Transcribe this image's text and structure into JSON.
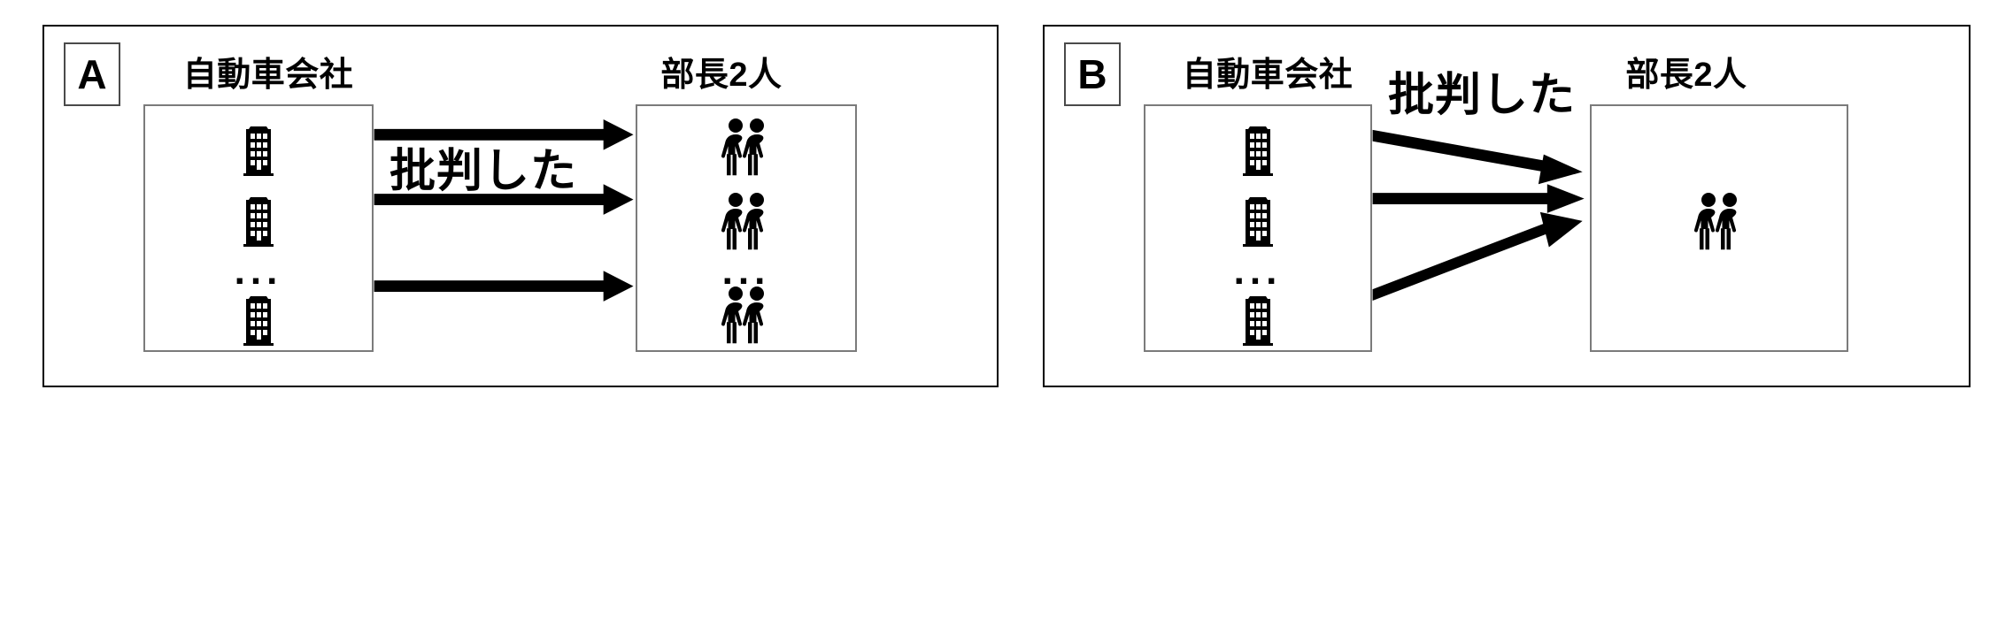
{
  "figure": {
    "type": "diagram",
    "description": "Two-panel comparison diagram of many automobile companies criticizing department managers"
  },
  "panels": [
    {
      "id": "A",
      "badge": "A",
      "left_group": {
        "title": "自動車会社",
        "icon": "building-icon",
        "items": [
          "building",
          "building",
          "ellipsis",
          "building"
        ],
        "ellipsis": "..."
      },
      "right_group": {
        "title": "部長2人",
        "icon": "two-people-icon",
        "items": [
          "people",
          "people",
          "ellipsis",
          "people"
        ],
        "ellipsis": "..."
      },
      "relation": {
        "label": "批判した",
        "arrow_count": 3,
        "style": "parallel-horizontal"
      }
    },
    {
      "id": "B",
      "badge": "B",
      "left_group": {
        "title": "自動車会社",
        "icon": "building-icon",
        "items": [
          "building",
          "building",
          "ellipsis",
          "building"
        ],
        "ellipsis": "..."
      },
      "right_group": {
        "title": "部長2人",
        "icon": "two-people-icon",
        "items": [
          "people"
        ],
        "ellipsis": ""
      },
      "relation": {
        "label": "批判した",
        "arrow_count": 3,
        "style": "converging"
      }
    }
  ],
  "colors": {
    "stroke": "#000000",
    "inner_border": "#7b7b7b",
    "badge_border": "#4a4a4a",
    "background": "#ffffff"
  }
}
